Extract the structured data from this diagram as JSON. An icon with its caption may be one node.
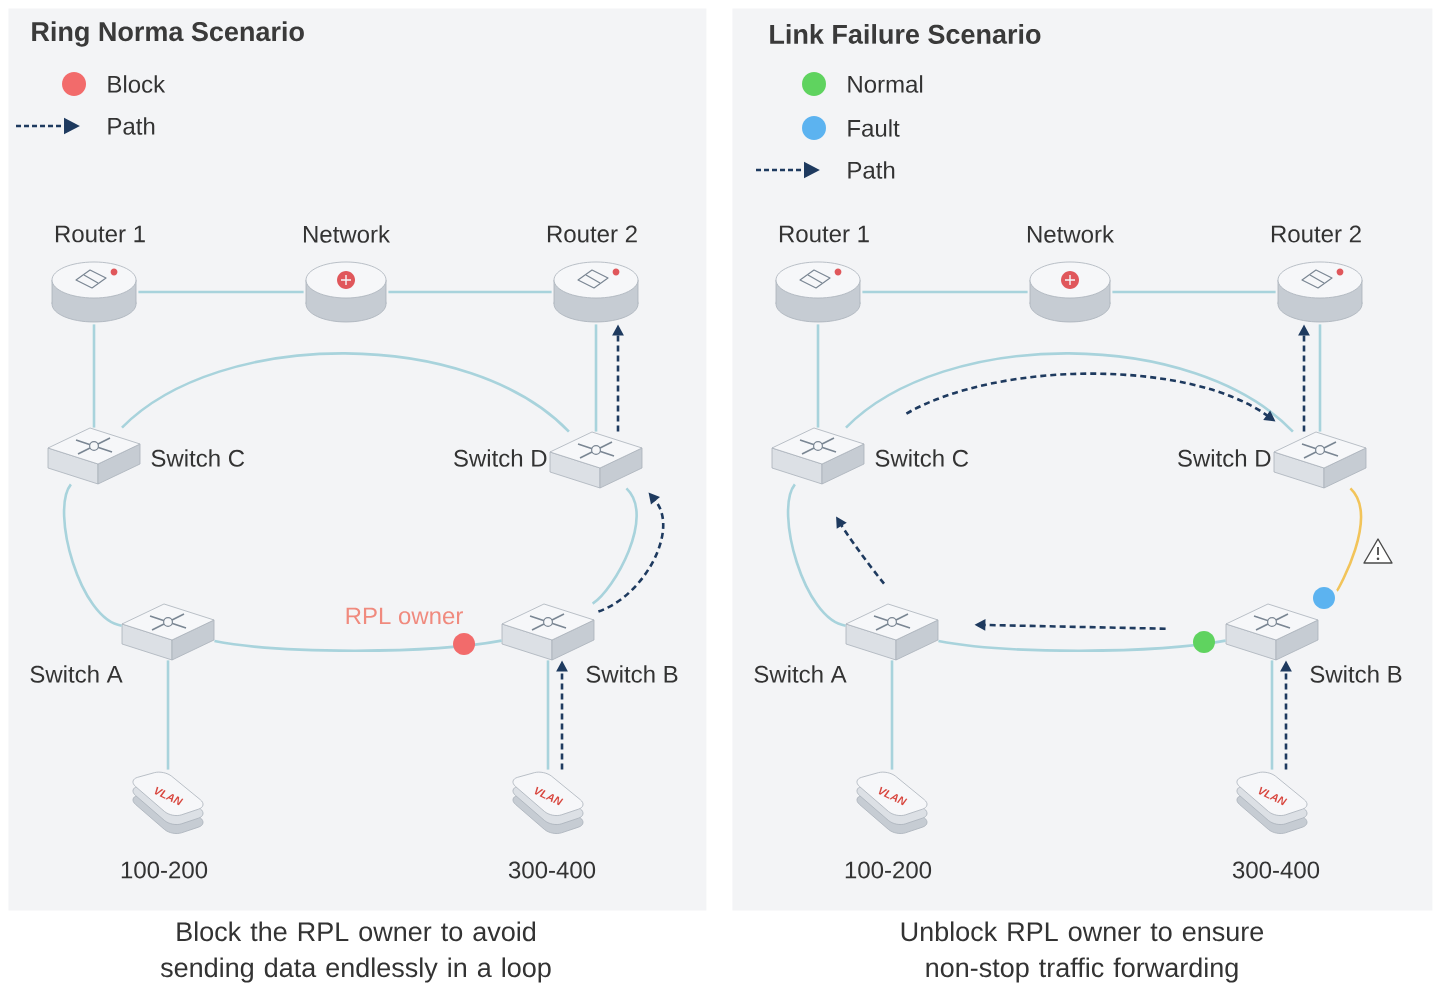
{
  "diagram": {
    "nodes": [
      {
        "text": [
          "Ring Norma Scenario"
        ],
        "beside": [
          "Block the RPL owner to avoid sending data endlessly in a loop"
        ]
      },
      {
        "text": [
          "Router 1"
        ],
        "in": 0
      },
      {
        "text": [
          "Network"
        ],
        "in": 0
      },
      {
        "text": [
          "Router 2"
        ],
        "in": 0
      },
      {
        "text": [
          "Switch C"
        ],
        "in": 0
      },
      {
        "text": [
          "Switch D"
        ],
        "in": 0
      },
      {
        "text": [
          "Switch A"
        ],
        "in": 0
      },
      {
        "text": [
          "Switch B"
        ],
        "in": 0
      },
      {
        "text": [
          "VLAN",
          "100-200"
        ],
        "in": 0
      },
      {
        "text": [
          "VLAN",
          "300-400"
        ],
        "in": 0
      },
      {
        "text": [
          "Link Failure Scenario"
        ],
        "beside": [
          "Unblock RPL owner to ensure non-stop traffic forwarding"
        ]
      },
      {
        "text": [
          "Router 1"
        ],
        "in": 10
      },
      {
        "text": [
          "Network"
        ],
        "in": 10
      },
      {
        "text": [
          "Router 2"
        ],
        "in": 10
      },
      {
        "text": [
          "Switch C"
        ],
        "in": 10
      },
      {
        "text": [
          "Switch D"
        ],
        "in": 10
      },
      {
        "text": [
          "Switch A"
        ],
        "in": 10
      },
      {
        "text": [
          "Switch B"
        ],
        "in": 10
      },
      {
        "text": [
          "VLAN",
          "100-200"
        ],
        "in": 10
      },
      {
        "text": [
          "VLAN",
          "300-400"
        ],
        "in": 10
      }
    ],
    "edges": [
      {
        "from": 1,
        "to": 2,
        "arrow": "none"
      },
      {
        "from": 2,
        "to": 3,
        "arrow": "none"
      },
      {
        "from": 1,
        "to": 4,
        "arrow": "none"
      },
      {
        "from": 3,
        "to": 5,
        "arrow": "none"
      },
      {
        "from": 4,
        "to": 5,
        "arrow": "none"
      },
      {
        "from": 4,
        "to": 6,
        "arrow": "none"
      },
      {
        "from": 6,
        "to": 7,
        "arrow": "none"
      },
      {
        "from": 7,
        "to": 5,
        "arrow": "none"
      },
      {
        "from": 6,
        "to": 8,
        "arrow": "none"
      },
      {
        "from": 7,
        "to": 9,
        "arrow": "none"
      },
      {
        "from": 9,
        "to": 7,
        "arrow": "to",
        "style": "dashed",
        "color": "#1e3a5f"
      },
      {
        "from": 7,
        "to": 5,
        "arrow": "to",
        "style": "dashed",
        "color": "#1e3a5f"
      },
      {
        "from": 5,
        "to": 3,
        "arrow": "to",
        "style": "dashed",
        "color": "#1e3a5f"
      },
      {
        "from": 11,
        "to": 12,
        "arrow": "none"
      },
      {
        "from": 12,
        "to": 13,
        "arrow": "none"
      },
      {
        "from": 11,
        "to": 14,
        "arrow": "none"
      },
      {
        "from": 13,
        "to": 15,
        "arrow": "none"
      },
      {
        "from": 14,
        "to": 15,
        "arrow": "none"
      },
      {
        "from": 14,
        "to": 16,
        "arrow": "none"
      },
      {
        "from": 16,
        "to": 17,
        "arrow": "none"
      },
      {
        "from": 17,
        "to": 15,
        "arrow": "none",
        "color": "#f2c45a"
      },
      {
        "from": 16,
        "to": 18,
        "arrow": "none"
      },
      {
        "from": 17,
        "to": 19,
        "arrow": "none"
      },
      {
        "from": 19,
        "to": 17,
        "arrow": "to",
        "style": "dashed",
        "color": "#1e3a5f"
      },
      {
        "from": 17,
        "to": 16,
        "arrow": "to",
        "style": "dashed",
        "color": "#1e3a5f"
      },
      {
        "from": 16,
        "to": 14,
        "arrow": "to",
        "style": "dashed",
        "color": "#1e3a5f"
      },
      {
        "from": 14,
        "to": 15,
        "arrow": "to",
        "style": "dashed",
        "color": "#1e3a5f"
      },
      {
        "from": 15,
        "to": 13,
        "arrow": "to",
        "style": "dashed",
        "color": "#1e3a5f"
      }
    ],
    "labels": [
      "RPL owner"
    ],
    "legend": [
      {
        "text": "Block",
        "color": "#f26b6b"
      },
      {
        "text": "Path"
      },
      {
        "text": "Normal",
        "color": "#5fd35f"
      },
      {
        "text": "Fault",
        "color": "#5cb3f0"
      },
      {
        "text": "Path"
      }
    ]
  }
}
